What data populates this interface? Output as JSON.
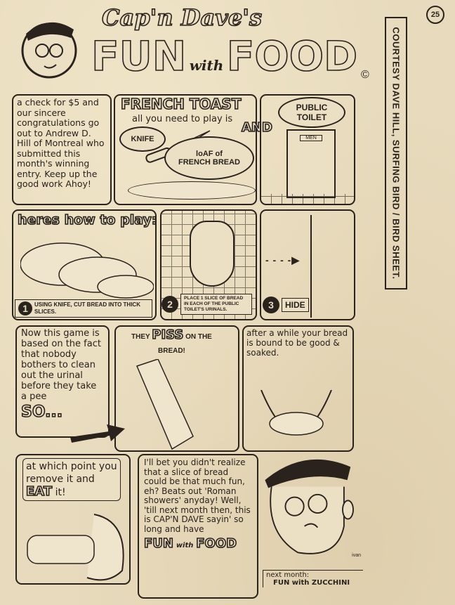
{
  "page_number": "25",
  "credit": "COURTESY DAVE HILL, SURFING BIRD / BIRD SHEET.",
  "header": {
    "script_title": "Cap'n Dave's",
    "title_fun": "FUN",
    "title_with": "with",
    "title_food": "FOOD",
    "copyright": "©"
  },
  "panels": {
    "winner": "a check for $5 and our sincere congratulations go out to Andrew D. Hill of Montreal who submitted this month's winning entry. Keep up the good work Ahoy!",
    "french_toast": {
      "title": "FRENCH TOAST",
      "subtitle": "all you need to play is",
      "knife": "KNIFE",
      "loaf_line1": "loAF of",
      "loaf_line2": "FRENCH BREAD",
      "and": "AND"
    },
    "toilet": {
      "label_line1": "PUBLIC",
      "label_line2": "TOILET",
      "door_sign": "MEN"
    },
    "how_to": {
      "title": "heres how to play:",
      "step1_num": "1",
      "step1": "USING KNIFE, CUT BREAD INTO THICK SLICES."
    },
    "step2": {
      "num": "2",
      "text": "PLACE 1 SLICE OF BREAD IN EACH OF THE PUBLIC TOILET'S URINALS."
    },
    "step3": {
      "num": "3",
      "text": "HIDE"
    },
    "game_basis": {
      "text": "Now this game is based on the fact that nobody bothers to clean out the urinal before they take a pee",
      "so": "SO..."
    },
    "piss": {
      "they": "THEY",
      "piss": "PISS",
      "on_the": "ON THE",
      "bread": "BREAD!"
    },
    "soaked": "after a while your bread is bound to be good & soaked.",
    "eat": {
      "line": "at which point you remove it and",
      "eat": "EAT",
      "it": "it!"
    },
    "closing": {
      "text": "I'll bet you didn't realize that a slice of bread could be that much fun, eh? Beats out 'Roman showers' anyday! Well, 'till next month then, this is CAP'N DAVE sayin' so long and have",
      "fun": "FUN",
      "with": "with",
      "food": "FOOD"
    },
    "next_month": {
      "line1": "next month:",
      "line2": "FUN with ZUCCHINI"
    },
    "signature": "ivan"
  },
  "colors": {
    "paper": "#e8dbbd",
    "ink": "#2a231d"
  }
}
